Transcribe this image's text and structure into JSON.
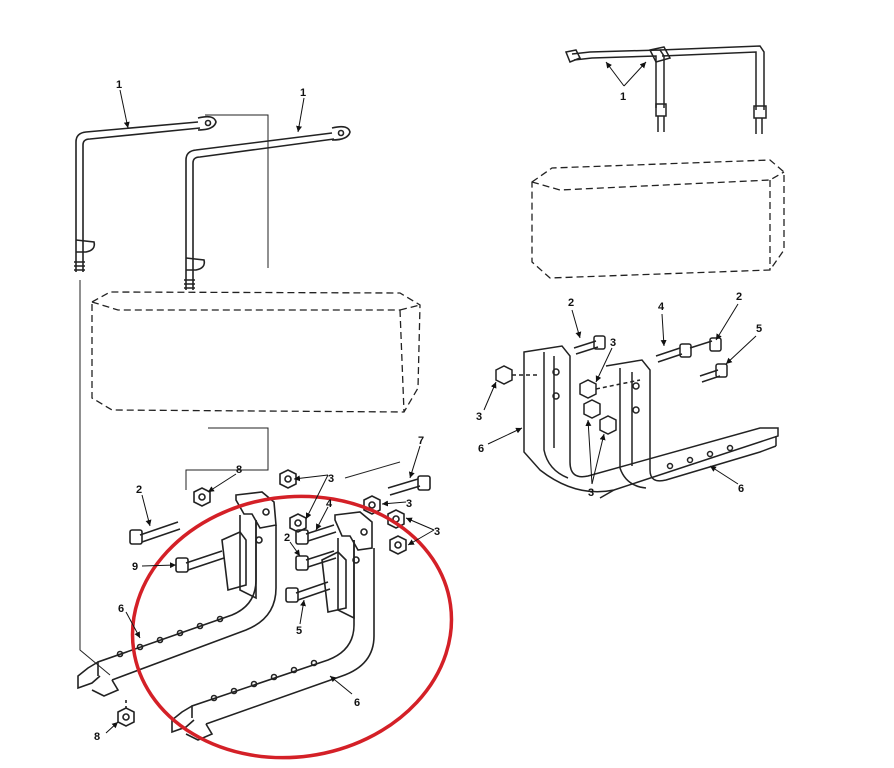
{
  "colors": {
    "line": "#222222",
    "hidden_line": "#333333",
    "highlight": "#d42027",
    "background": "#ffffff"
  },
  "callouts": {
    "left": {
      "c1a": "1",
      "c1b": "1",
      "c2a": "2",
      "c2b": "2",
      "c3a": "3",
      "c3b": "3",
      "c3c": "3",
      "c4": "4",
      "c5": "5",
      "c6a": "6",
      "c6b": "6",
      "c7": "7",
      "c8a": "8",
      "c8b": "8",
      "c9": "9"
    },
    "right": {
      "c1": "1",
      "c2a": "2",
      "c2b": "2",
      "c3a": "3",
      "c3b": "3",
      "c3c": "3",
      "c4": "4",
      "c5": "5",
      "c6a": "6",
      "c6b": "6"
    }
  }
}
